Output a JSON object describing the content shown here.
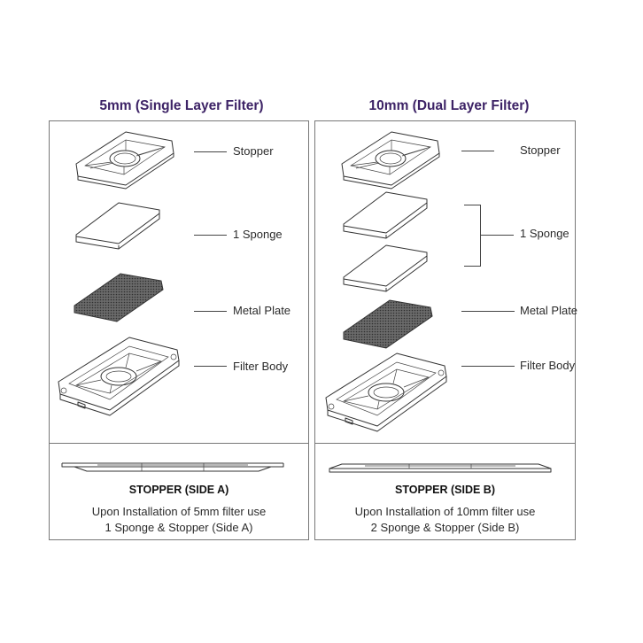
{
  "left": {
    "heading": "5mm (Single Layer Filter)",
    "labels": {
      "stopper": "Stopper",
      "sponge": "1 Sponge",
      "metal_plate": "Metal Plate",
      "filter_body": "Filter Body"
    },
    "caption": {
      "title": "STOPPER (SIDE A)",
      "line1": "Upon Installation of 5mm  filter use",
      "line2": "1 Sponge & Stopper (Side A)"
    }
  },
  "right": {
    "heading": "10mm (Dual Layer Filter)",
    "labels": {
      "stopper": "Stopper",
      "sponge": "1 Sponge",
      "metal_plate": "Metal Plate",
      "filter_body": "Filter Body"
    },
    "caption": {
      "title": "STOPPER (SIDE B)",
      "line1": "Upon Installation of 10mm  filter use",
      "line2": "2 Sponge & Stopper (Side B)"
    }
  },
  "colors": {
    "heading": "#3d2366",
    "line": "#333333",
    "mesh": "#555555"
  }
}
